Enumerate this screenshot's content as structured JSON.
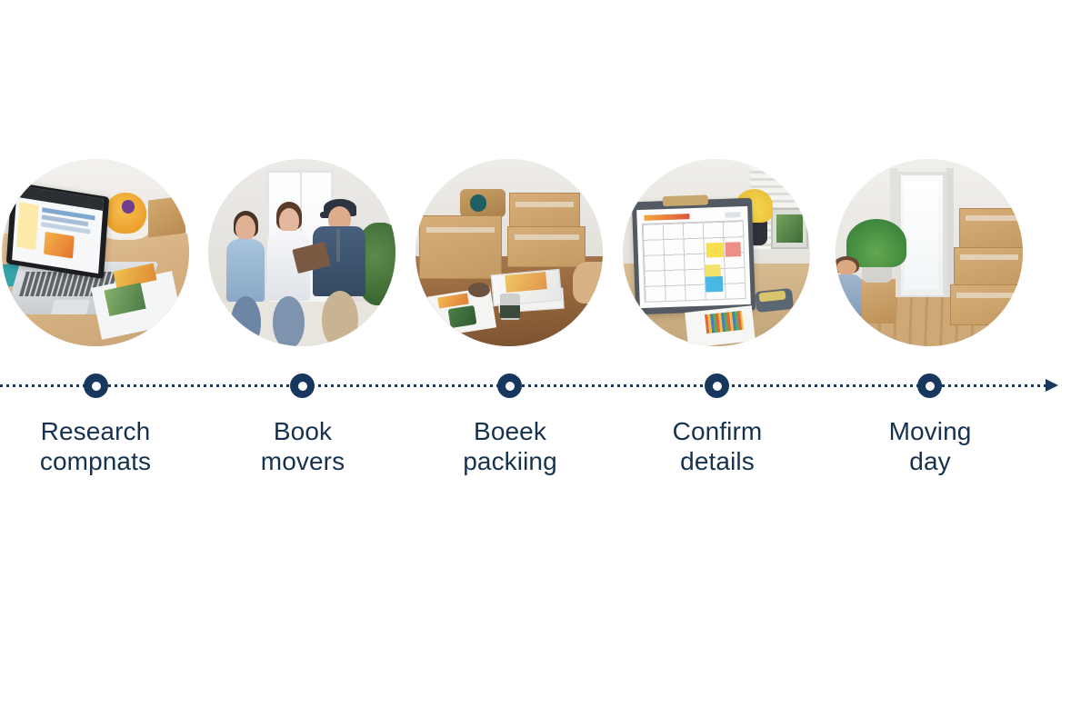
{
  "page": {
    "title": "Moving process timeline",
    "background_color": "#ffffff",
    "accent_color": "#17375e",
    "text_color": "#16324f"
  },
  "timeline": {
    "orientation": "horizontal",
    "line_style": "dotted",
    "line_color": "#17375e",
    "arrow_direction": "right",
    "arrow_name": "timeline-arrowhead",
    "steps": [
      {
        "index": 1,
        "label": "Research\ncompnats",
        "marker_name": "timeline-node-1",
        "image_name": "laptop-research-photo",
        "image_alt": "Silver laptop open on a wooden desk showing a website, with a fruit bowl and printed cards nearby"
      },
      {
        "index": 2,
        "label": "Book\nmovers",
        "marker_name": "timeline-node-2",
        "image_name": "booking-movers-photo",
        "image_alt": "Two women talking with a mover in a cap and blazer holding a tablet in a bright doorway"
      },
      {
        "index": 3,
        "label": "Boeek\npackiing",
        "marker_name": "timeline-node-3",
        "image_name": "packing-boxes-photo",
        "image_alt": "Cardboard moving boxes stacked with packing paper, tape dispenser and wrapped items on a wooden floor"
      },
      {
        "index": 4,
        "label": "Confirm\ndetails",
        "marker_name": "timeline-node-4",
        "image_name": "confirm-details-photo",
        "image_alt": "Clipboard holding a monthly calendar planner with colored sticky notes, a plant and a stapler on a desk"
      },
      {
        "index": 5,
        "label": "Moving\nday",
        "marker_name": "timeline-node-5",
        "image_name": "moving-day-photo",
        "image_alt": "Hallway with an open door, potted palm plant and stacked cardboard boxes on moving day"
      }
    ]
  }
}
